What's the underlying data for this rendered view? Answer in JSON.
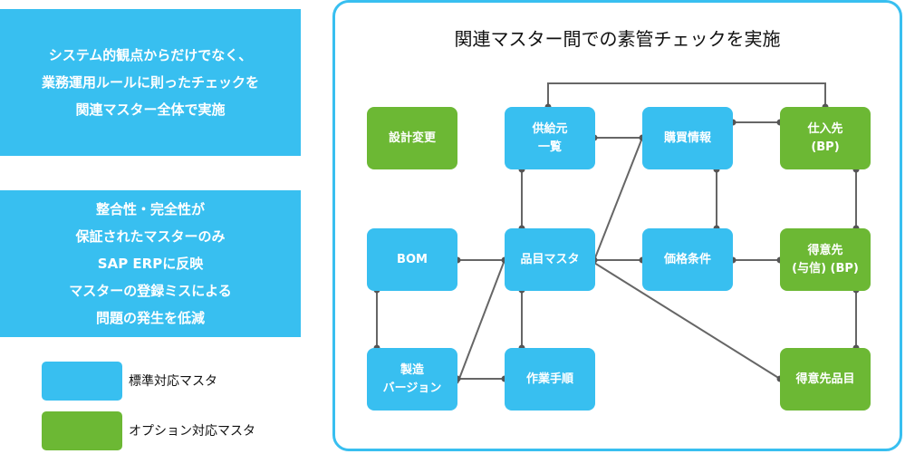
{
  "colors": {
    "standard": "#38bff0",
    "option": "#6cb834",
    "line": "#666666"
  },
  "left_panel": {
    "box1_lines": [
      "システム的観点からだけでなく、",
      "業務運用ルールに則ったチェックを",
      "関連マスター全体で実施"
    ],
    "box2_lines": [
      "整合性・完全性が",
      "保証されたマスターのみ",
      "SAP ERPに反映",
      "マスターの登録ミスによる",
      "問題の発生を低減"
    ]
  },
  "legend": {
    "standard_label": "標準対応マスタ",
    "option_label": "オプション対応マスタ"
  },
  "diagram": {
    "title": "関連マスター間での素管チェックを実施",
    "nodes": {
      "design_change": "設計変更",
      "supplier_list": "供給元\n一覧",
      "purchase_info": "購買情報",
      "vendor": "仕入先\n(BP)",
      "bom": "BOM",
      "material_master": "品目マスタ",
      "price_condition": "価格条件",
      "customer": "得意先\n(与信) (BP)",
      "production_version": "製造\nバージョン",
      "routing": "作業手順",
      "customer_material": "得意先品目"
    }
  }
}
